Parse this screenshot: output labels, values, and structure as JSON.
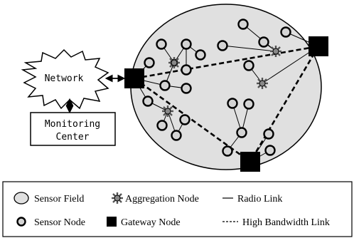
{
  "network": {
    "label": "Network"
  },
  "monitoring_center": {
    "line1": "Monitoring",
    "line2": "Center"
  },
  "legend": {
    "sensor_field": "Sensor Field",
    "aggregation_node": "Aggregation Node",
    "radio_link": "Radio Link",
    "sensor_node": "Sensor Node",
    "gateway_node": "Gateway Node",
    "high_bandwidth_link": "High Bandwidth Link"
  },
  "colors": {
    "sensor_field_fill": "#e0e0e0",
    "node_fill": "#d4d4d4",
    "aggregation_fill": "#888888",
    "gateway_fill": "#000000",
    "outline": "#000000"
  }
}
